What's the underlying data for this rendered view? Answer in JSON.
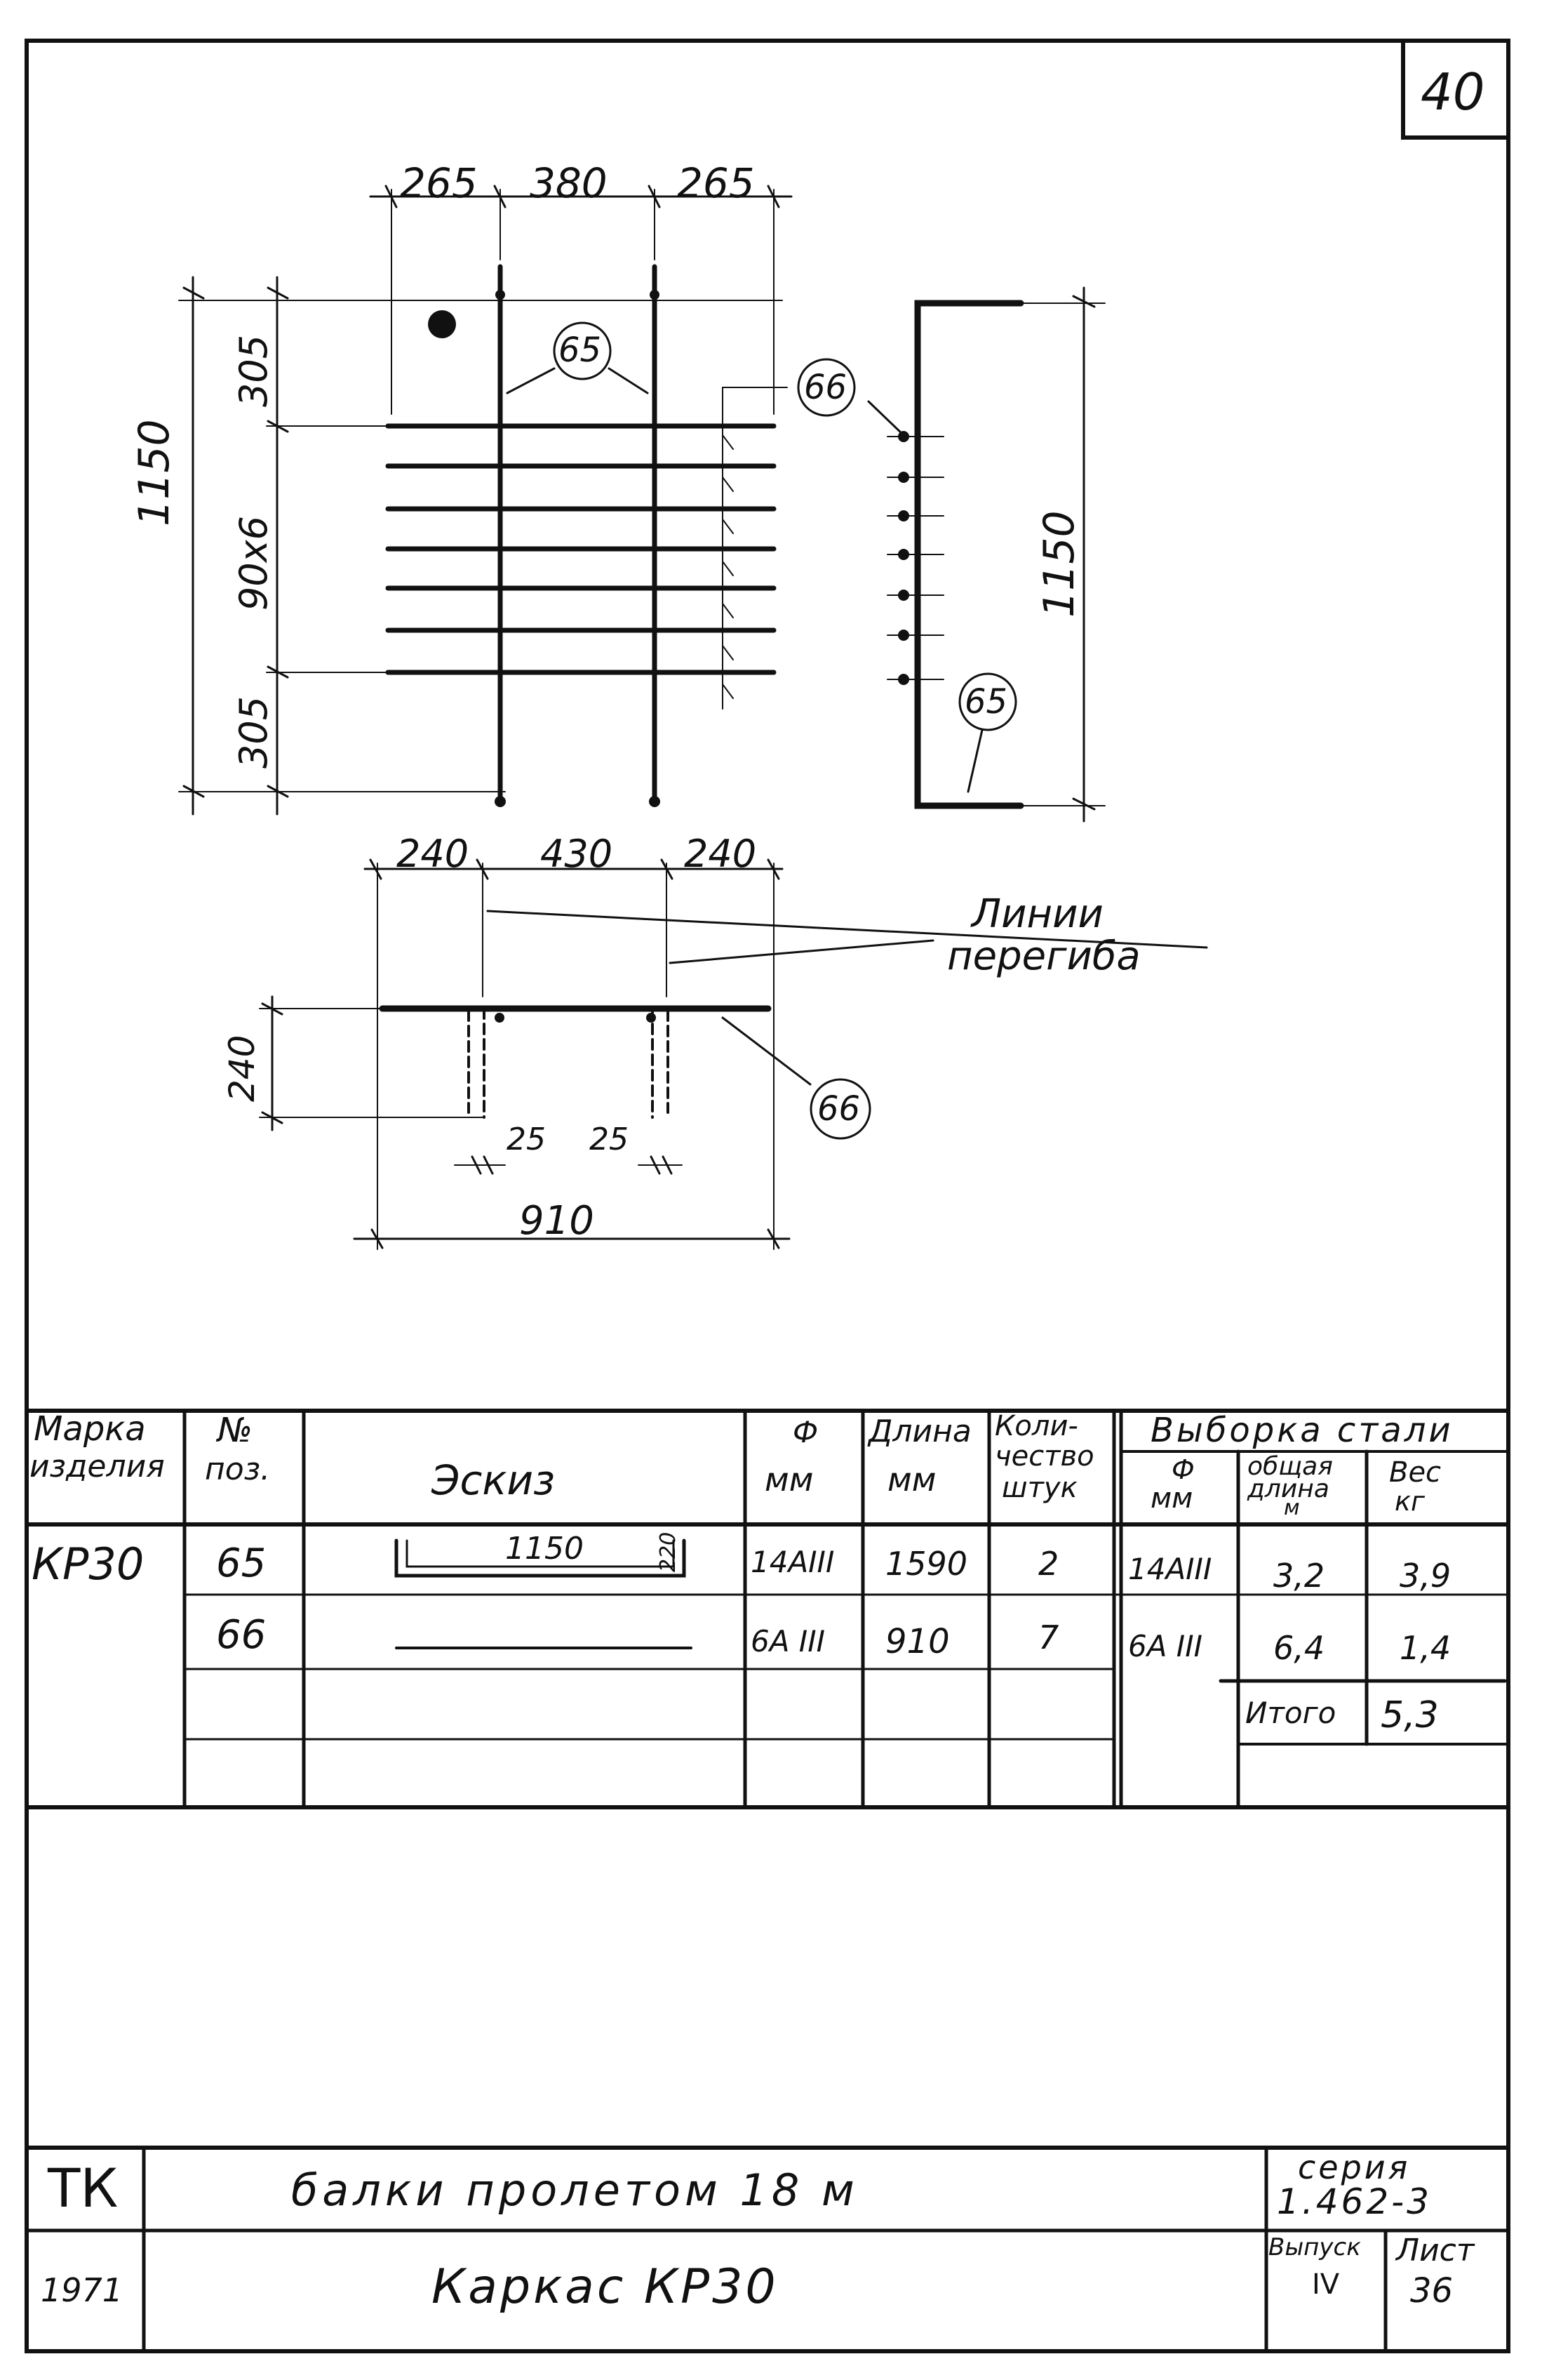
{
  "sheet_number": "40",
  "drawing": {
    "top_dims": [
      "265",
      "380",
      "265"
    ],
    "left_total": "1150",
    "left_parts": [
      "305",
      "90x6",
      "305"
    ],
    "right_dim": "1150",
    "bottom_dims": [
      "240",
      "430",
      "240"
    ],
    "side_height": "240",
    "offsets": [
      "25",
      "25"
    ],
    "overall_width": "910",
    "callouts": [
      "65",
      "66",
      "65",
      "66"
    ],
    "bend_label_line1": "Линии",
    "bend_label_line2": "перегиба"
  },
  "spec_table": {
    "headers": {
      "mark": [
        "Марка",
        "изделия"
      ],
      "pos": [
        "№",
        "поз."
      ],
      "sketch": "Эскиз",
      "dia": [
        "Ф",
        "мм"
      ],
      "length": [
        "Длина",
        "мм"
      ],
      "qty": [
        "Коли-",
        "чество",
        "штук"
      ],
      "steel": "Выборка стали",
      "steel_dia": [
        "Ф",
        "мм"
      ],
      "total_len": [
        "общая",
        "длина",
        "м"
      ],
      "weight": [
        "Вес",
        "кг"
      ]
    },
    "mark": "КР30",
    "rows": [
      {
        "pos": "65",
        "sketch_len": "1150",
        "sketch_h": "220",
        "dia": "14АIII",
        "length": "1590",
        "qty": "2",
        "steel_dia": "14АIII",
        "total_len": "3,2",
        "weight": "3,9"
      },
      {
        "pos": "66",
        "dia": "6А III",
        "length": "910",
        "qty": "7",
        "steel_dia": "6А III",
        "total_len": "6,4",
        "weight": "1,4"
      }
    ],
    "total_label": "Итого",
    "total_weight": "5,3"
  },
  "title_block": {
    "org": "ТК",
    "year": "1971",
    "title1": "балки пролетом 18 м",
    "title2": "Каркас КР30",
    "series_label": "серия",
    "series": "1.462-3",
    "issue_label": "Выпуск",
    "issue": "IV",
    "sheet_label": "Лист",
    "sheet": "36"
  }
}
